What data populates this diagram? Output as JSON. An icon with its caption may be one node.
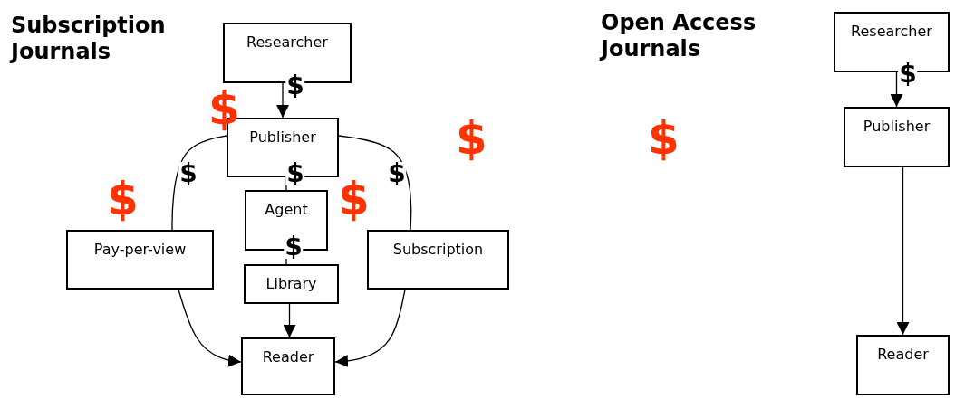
{
  "diagram": {
    "nodes": [
      {
        "text": [
          "Researcher"
        ]
      },
      {
        "text": [
          "Publisher"
        ]
      },
      {
        "text": [
          "Agent"
        ]
      },
      {
        "text": [
          "Library"
        ]
      },
      {
        "text": [
          "Pay-per-view"
        ]
      },
      {
        "text": [
          "Subscription"
        ]
      },
      {
        "text": [
          "Reader"
        ]
      },
      {
        "text": [
          "Researcher"
        ]
      },
      {
        "text": [
          "Publisher"
        ]
      },
      {
        "text": [
          "Reader"
        ]
      }
    ],
    "edges": [
      {
        "from": 0,
        "to": 1,
        "arrow": "to",
        "label": "$"
      },
      {
        "from": 1,
        "to": 2,
        "arrow": "none",
        "label": "$"
      },
      {
        "from": 2,
        "to": 3,
        "arrow": "none",
        "label": "$"
      },
      {
        "from": 3,
        "to": 6,
        "arrow": "to"
      },
      {
        "from": 1,
        "to": 4,
        "arrow": "none",
        "label": "$"
      },
      {
        "from": 4,
        "to": 6,
        "arrow": "to"
      },
      {
        "from": 1,
        "to": 5,
        "arrow": "none",
        "label": "$"
      },
      {
        "from": 5,
        "to": 6,
        "arrow": "to"
      },
      {
        "from": 7,
        "to": 8,
        "arrow": "to",
        "label": "$"
      },
      {
        "from": 8,
        "to": 9,
        "arrow": "to"
      }
    ],
    "labels": [
      "Subscription Journals",
      "$",
      "$",
      "$",
      "$",
      "Open Access Journals",
      "$"
    ]
  }
}
